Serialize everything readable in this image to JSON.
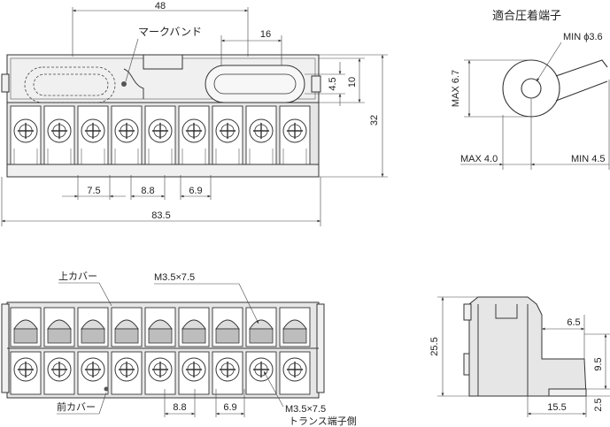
{
  "top_view": {
    "label_mark_band": "マークバンド",
    "dim_overall_48": "48",
    "dim_band_16": "16",
    "dim_4_5": "4.5",
    "dim_10": "10",
    "dim_32": "32",
    "dim_7_5": "7.5",
    "dim_8_8": "8.8",
    "dim_6_9": "6.9",
    "dim_83_5": "83.5"
  },
  "crimp_terminal": {
    "title": "適合圧着端子",
    "min_hole": "MIN ϕ3.6",
    "max_width": "MAX 6.7",
    "max_4_0": "MAX 4.0",
    "min_4_5": "MIN 4.5"
  },
  "front_view": {
    "top_cover": "上カバー",
    "screw_spec_top": "M3.5×7.5",
    "front_cover": "前カバー",
    "dim_8_8": "8.8",
    "dim_6_9": "6.9",
    "screw_spec_bottom": "M3.5×7.5",
    "trans_side": "トランス端子側"
  },
  "side_view": {
    "dim_25_5": "25.5",
    "dim_6_5": "6.5",
    "dim_9_5": "9.5",
    "dim_15_5": "15.5",
    "dim_2_5": "2.5"
  },
  "terminal_count": 9
}
